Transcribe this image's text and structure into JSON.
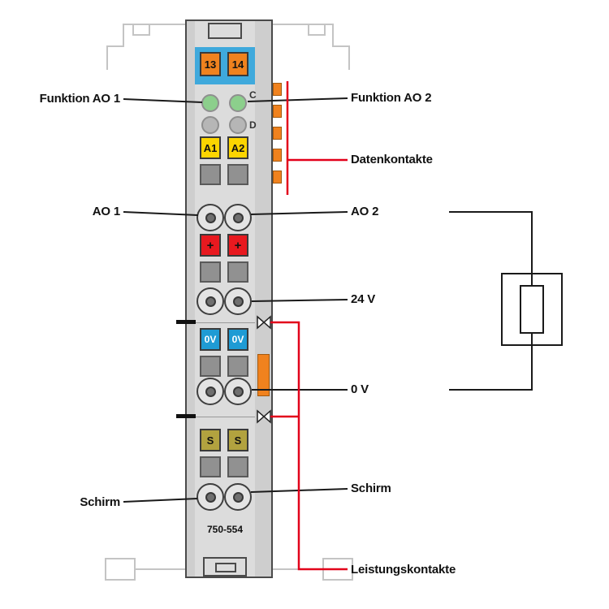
{
  "device": {
    "part_number": "750-554"
  },
  "module": {
    "terminal_13": "13",
    "terminal_14": "14",
    "led_row1_letter": "C",
    "led_row2_letter": "D",
    "channel_a1": "A1",
    "channel_a2": "A2",
    "plus": "+",
    "zero_v": "0V",
    "shield": "S"
  },
  "callouts": {
    "funktion_ao1": "Funktion AO 1",
    "funktion_ao2": "Funktion AO 2",
    "datenkontakte": "Datenkontakte",
    "ao1": "AO 1",
    "ao2": "AO 2",
    "supply_24v": "24 V",
    "supply_0v": "0 V",
    "schirm_left": "Schirm",
    "schirm_right": "Schirm",
    "leistungskontakte": "Leistungskontakte"
  },
  "colors": {
    "callout_red": "#e2001a",
    "module_body": "#dcdcdc",
    "header_blue": "#3fa9dc",
    "contact_orange": "#f0821e",
    "channel_yellow": "#fcd500",
    "plus_red": "#e8191f",
    "zero_blue": "#1f9bd4",
    "shield_olive": "#b2a23f",
    "led_green": "#8ccf8c",
    "clamp_gray": "#919191"
  }
}
